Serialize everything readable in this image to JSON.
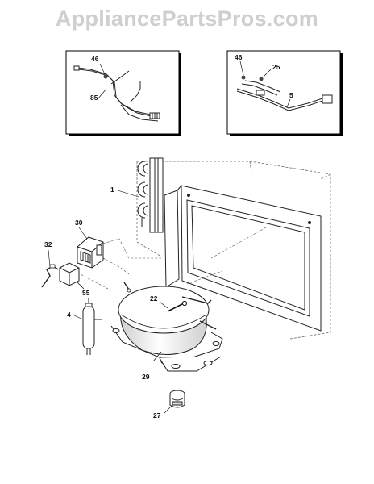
{
  "watermark": "AppliancePartsPros.com",
  "callouts": {
    "inset_left": [
      "46",
      "85"
    ],
    "inset_right": [
      "46",
      "25",
      "5"
    ],
    "main": [
      "1",
      "30",
      "32",
      "55",
      "4",
      "22",
      "29",
      "27"
    ]
  }
}
